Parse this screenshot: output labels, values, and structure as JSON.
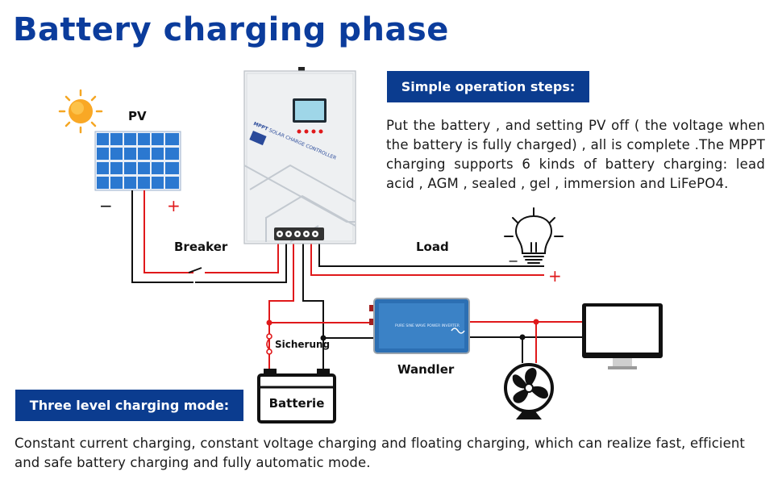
{
  "title": "Battery charging phase",
  "steps": {
    "heading": "Simple operation steps:",
    "text": "Put the battery , and setting PV off ( the voltage when the battery is fully charged) , all is complete .The MPPT charging supports 6 kinds of battery charging: lead acid , AGM , sealed , gel , immersion and LiFePO4."
  },
  "mode": {
    "heading": "Three level charging mode:",
    "text": "Constant current charging, constant voltage charging and floating charging, which can realize fast, efficient and safe battery charging and fully automatic mode."
  },
  "labels": {
    "pv": "PV",
    "minus": "−",
    "plus": "+",
    "breaker": "Breaker",
    "load": "Load",
    "sicherung": "Sicherung",
    "batterie": "Batterie",
    "wandler": "Wandler"
  },
  "controller": {
    "brand": "MPPT",
    "text": "SOLAR CHARGE CONTROLLER"
  },
  "inverter": {
    "text": "PURE SINE WAVE POWER INVERTER"
  },
  "colors": {
    "title": "#0b3c9c",
    "box": "#0b3c8f",
    "positive_wire": "#e0191b",
    "negative_wire": "#111111"
  }
}
